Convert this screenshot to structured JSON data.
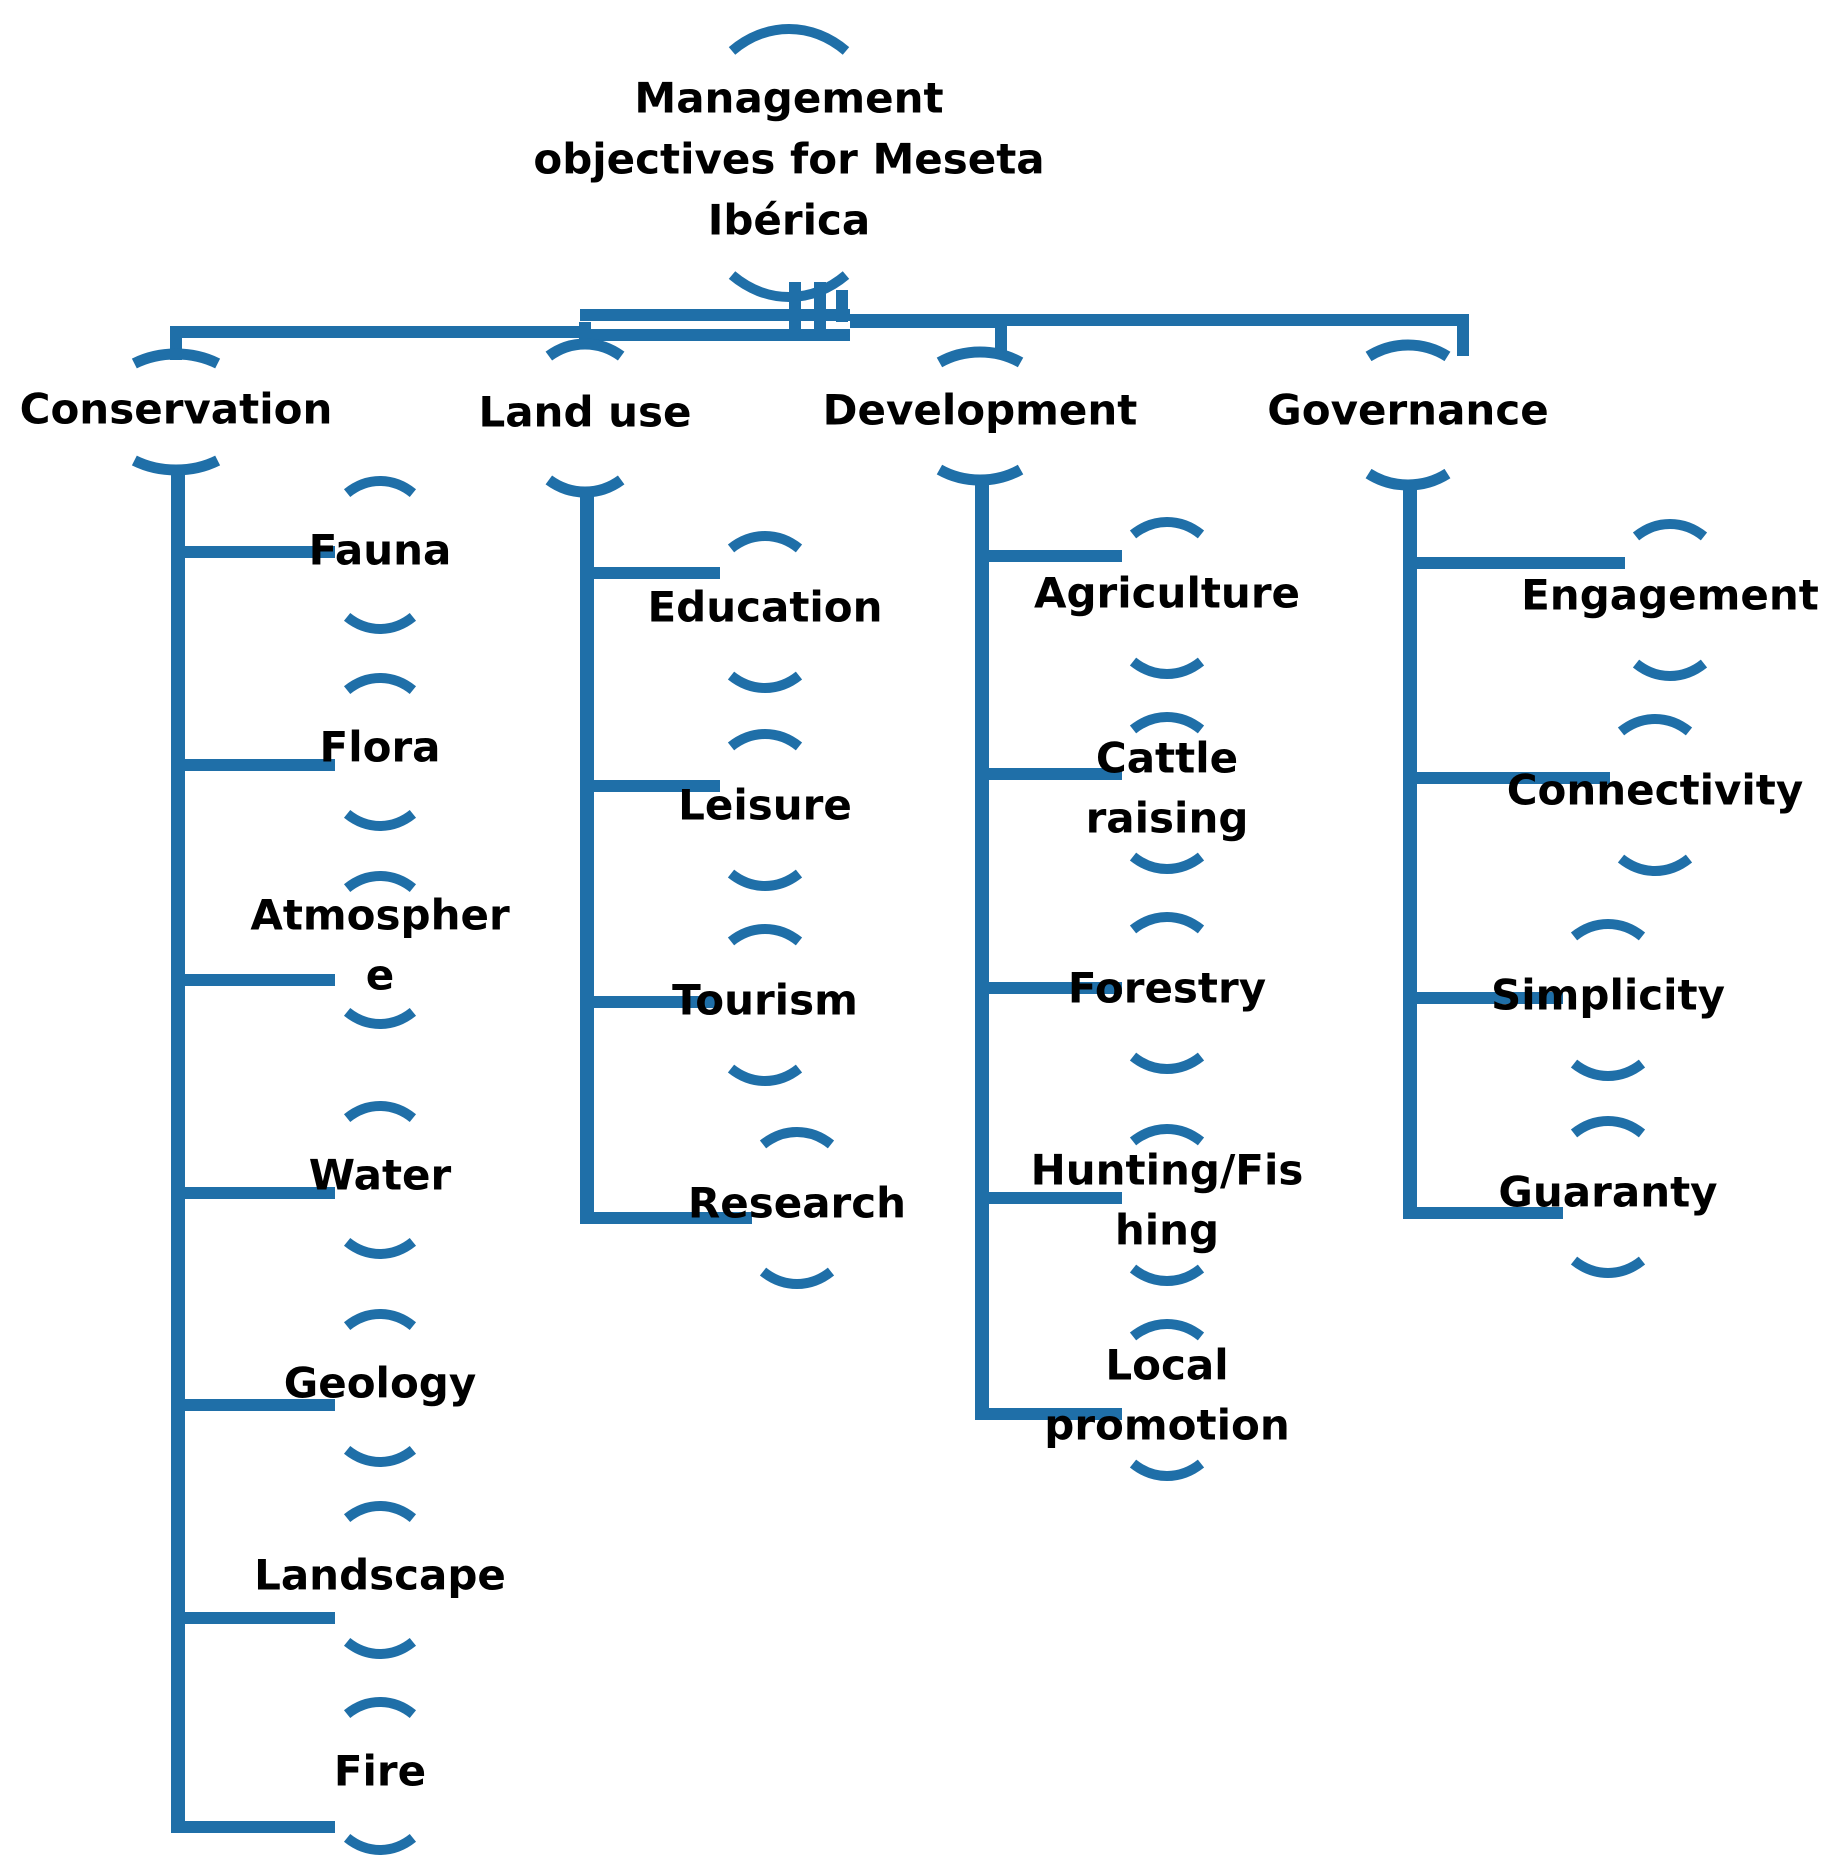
{
  "colors": {
    "line": "#1f6fa8",
    "text": "#000000",
    "background": "#ffffff"
  },
  "root": {
    "label_lines": [
      "Management",
      "objectives for Meseta",
      "Ibérica"
    ]
  },
  "categories": [
    {
      "label": "Conservation",
      "items": [
        [
          "Fauna"
        ],
        [
          "Flora"
        ],
        [
          "Atmospher",
          "e"
        ],
        [
          "Water"
        ],
        [
          "Geology"
        ],
        [
          "Landscape"
        ],
        [
          "Fire"
        ]
      ]
    },
    {
      "label": "Land use",
      "items": [
        [
          "Education"
        ],
        [
          "Leisure"
        ],
        [
          "Tourism"
        ],
        [
          "Research"
        ]
      ]
    },
    {
      "label": "Development",
      "items": [
        [
          "Agriculture"
        ],
        [
          "Cattle",
          "raising"
        ],
        [
          "Forestry"
        ],
        [
          "Hunting/Fis",
          "hing"
        ],
        [
          "Local",
          "promotion"
        ]
      ]
    },
    {
      "label": "Governance",
      "items": [
        [
          "Engagement"
        ],
        [
          "Connectivity"
        ],
        [
          "Simplicity"
        ],
        [
          "Guaranty"
        ]
      ]
    }
  ]
}
